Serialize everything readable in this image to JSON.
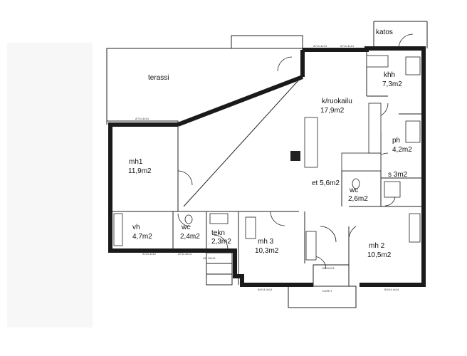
{
  "rooms": {
    "terassi": "terassi",
    "katos": "katos",
    "khh_name": "khh",
    "khh_area": "7,3m2",
    "kruokailu_name": "k/ruokailu",
    "kruokailu_area": "17,9m2",
    "ph_name": "ph",
    "ph_area": "4,2m2",
    "s": "s 3m2",
    "mh1_name": "mh1",
    "mh1_area": "11,9m2",
    "et": "et 5,6m2",
    "wc2_name": "wc",
    "wc2_area": "2,6m2",
    "vh_name": "vh",
    "vh_area": "4,7m2",
    "wc1_name": "wc",
    "wc1_area": "2,4m2",
    "tekn_name": "tekn",
    "tekn_area": "2,3m2",
    "mh3_name": "mh 3",
    "mh3_area": "10,3m2",
    "mh2_name": "mh 2",
    "mh2_area": "10,5m2"
  },
  "marks": {
    "a1": "A?11.4x14",
    "a2": "A?11.4x14",
    "a3": "A?11.4x12",
    "a4": "A?11.4x14",
    "a5": "A?11.4x14",
    "ud": "UD 10x21",
    "ud2": "UD 10x21",
    "b1": "B4/14.4x14",
    "b2": "B4/14.4x14",
    "kuisti": "KUISTI"
  }
}
